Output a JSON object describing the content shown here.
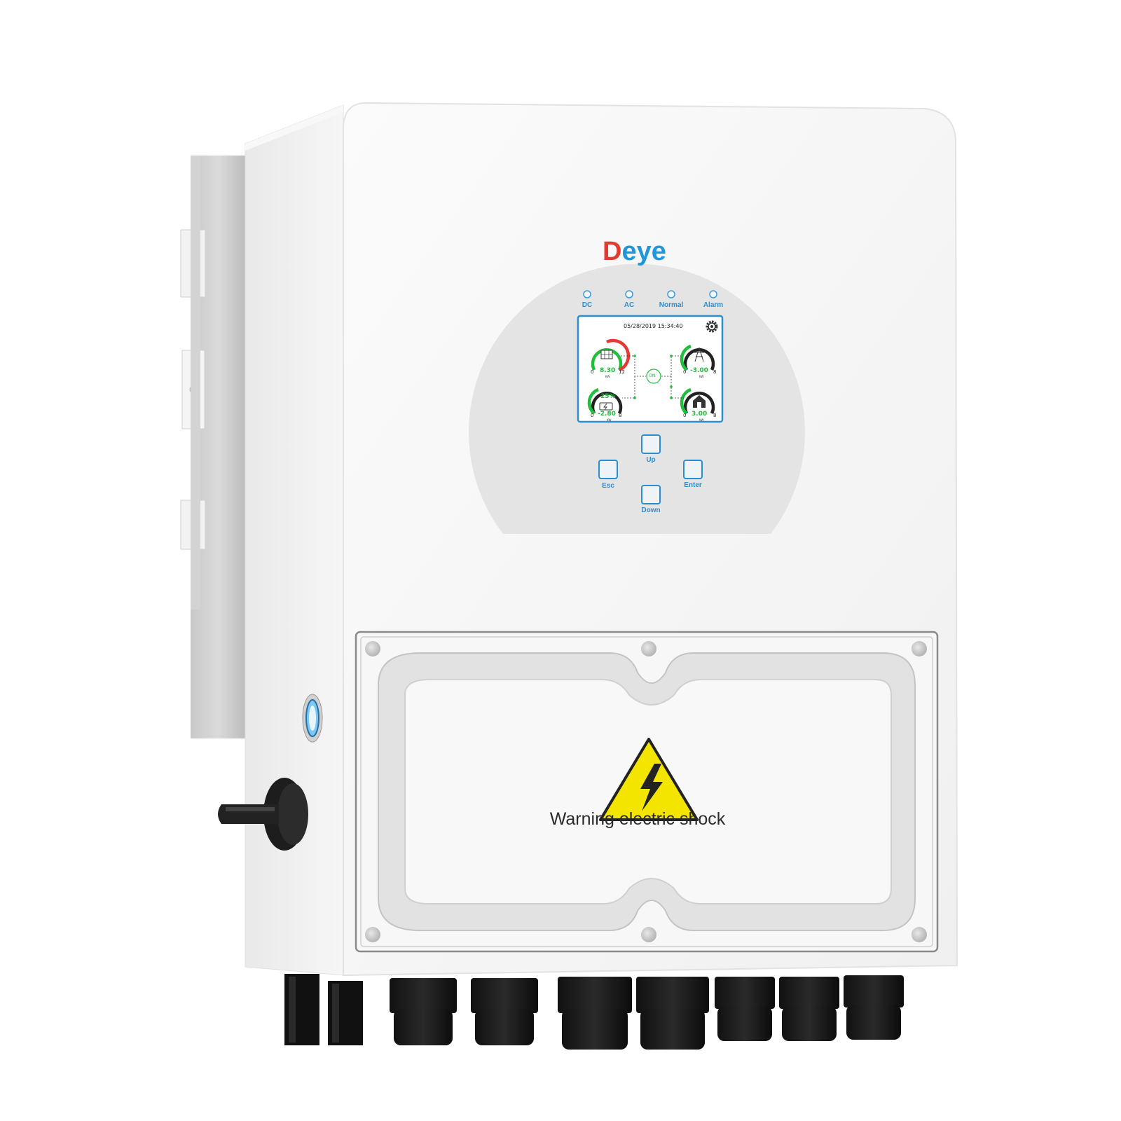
{
  "brand": {
    "name_prefix": "D",
    "name_rest": "eye",
    "accent_color": "#e23b2e",
    "brand_color": "#2196d8"
  },
  "indicators": [
    {
      "label": "DC"
    },
    {
      "label": "AC"
    },
    {
      "label": "Normal"
    },
    {
      "label": "Alarm"
    }
  ],
  "display": {
    "datetime": "05/28/2019  15:34:40",
    "status": "ON",
    "pv": {
      "value": "8.30",
      "min": "0",
      "max": "12",
      "unit": "KW"
    },
    "grid": {
      "value": "-3.00",
      "min": "0",
      "max": "8",
      "unit": "KW"
    },
    "battery": {
      "soc": "25%",
      "value": "-2.80",
      "min": "0",
      "max": "8",
      "unit": "KW"
    },
    "load": {
      "value": "3.00",
      "min": "0",
      "max": "8",
      "unit": "KW"
    },
    "icons": [
      "solar-panel-icon",
      "power-tower-icon",
      "battery-icon",
      "house-icon",
      "gear-icon"
    ]
  },
  "keys": [
    {
      "label": "Up",
      "icon": "triangle-up-icon"
    },
    {
      "label": "Esc",
      "icon": "chevron-left-icon"
    },
    {
      "label": "Enter",
      "icon": "checkbox-icon"
    },
    {
      "label": "Down",
      "icon": "triangle-down-icon"
    }
  ],
  "warning": {
    "text": "Warning electric shock",
    "icon": "high-voltage-warning-icon",
    "color": "#f3e500"
  }
}
